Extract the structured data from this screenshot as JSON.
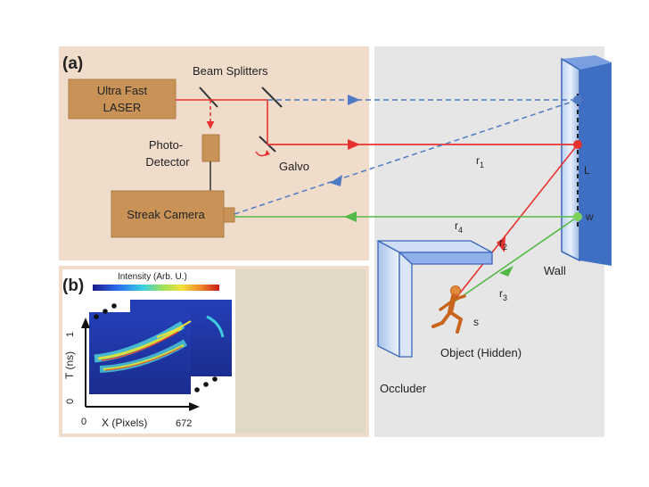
{
  "panel_a": {
    "tag": "(a)",
    "laser": [
      "Ultra Fast",
      "LASER"
    ],
    "beam_splitters": "Beam Splitters",
    "photo_detector": [
      "Photo-",
      "Detector"
    ],
    "galvo": "Galvo",
    "streak_camera": "Streak Camera"
  },
  "scene": {
    "r1": "r",
    "r1_sub": "1",
    "r2": "r",
    "r2_sub": "2",
    "r3": "r",
    "r3_sub": "3",
    "r4": "r",
    "r4_sub": "4",
    "point_L": "L",
    "point_w": "w",
    "point_s": "s",
    "wall": "Wall",
    "object": "Object (Hidden)",
    "occluder": "Occluder"
  },
  "panel_b": {
    "tag": "(b)",
    "intensity_label": "Intensity (Arb. U.)",
    "y_label": "T (ns)",
    "y_tick_top": "1",
    "y_tick_bottom": "0",
    "x_label": "X (Pixels)",
    "x_tick_left": "0",
    "x_tick_right": "672"
  },
  "colors": {
    "panel_bg": "#f0dccb",
    "device": "#c99358",
    "red_beam": "#e8322f",
    "blue_beam": "#4f7bc4",
    "green_beam": "#55b947",
    "wall": "#4d7fd0",
    "scene_bg": "#e6e6e6"
  }
}
